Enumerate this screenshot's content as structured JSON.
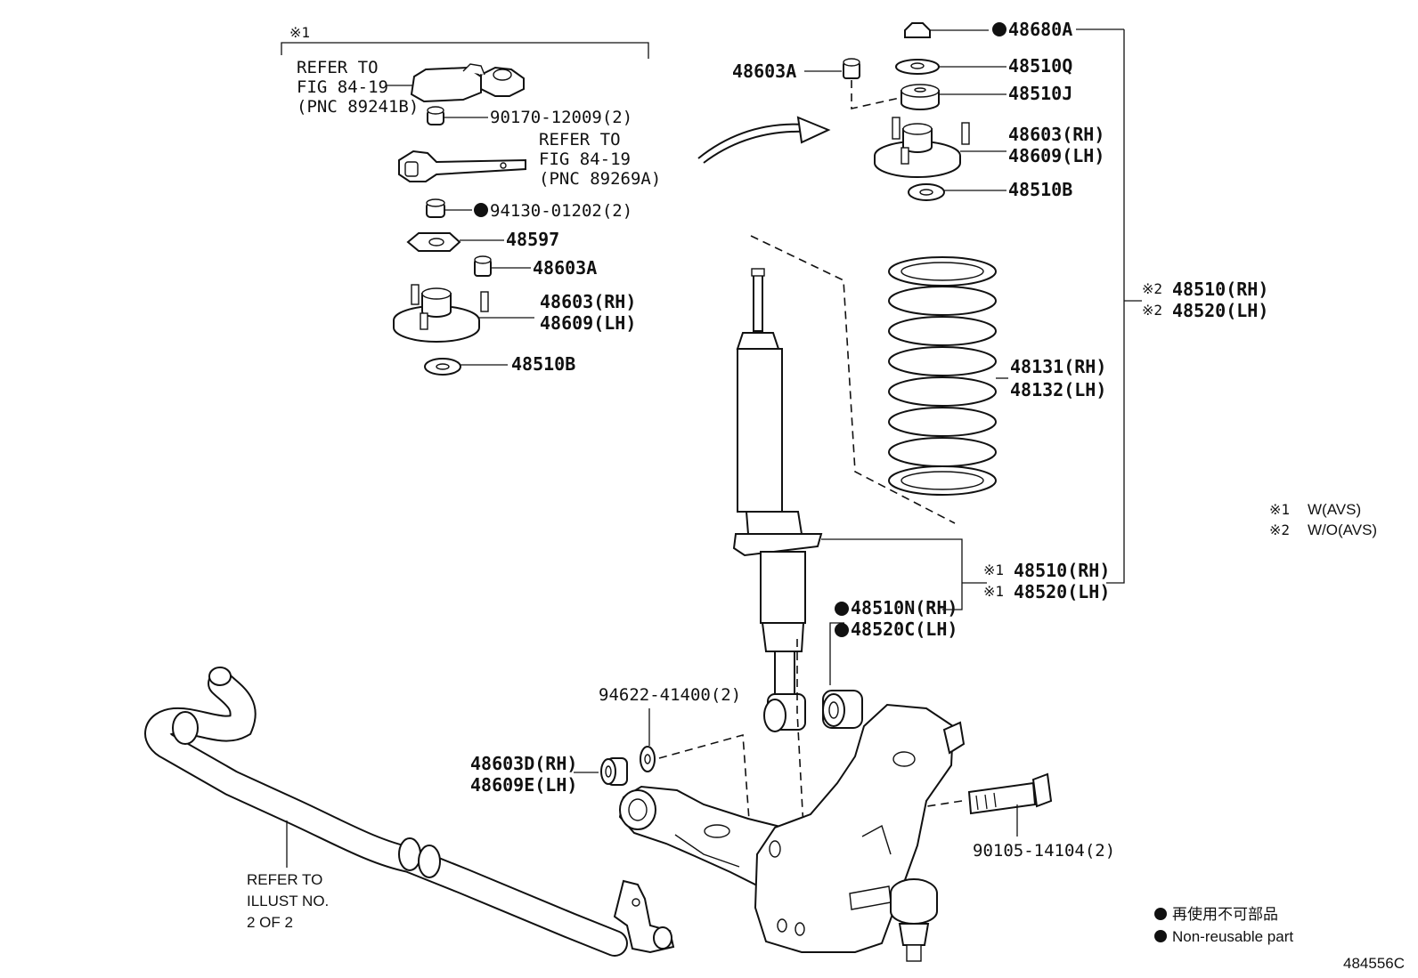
{
  "group_marker": "※1",
  "refer_1": [
    "REFER TO",
    "FIG 84-19",
    "(PNC 89241B)"
  ],
  "refer_2": [
    "REFER TO",
    "FIG 84-19",
    "(PNC 89269A)"
  ],
  "refer_3": [
    "REFER TO",
    "ILLUST NO.",
    "2 OF 2"
  ],
  "left_parts": {
    "p90170": "90170-12009(2)",
    "p94130": "94130-01202(2)",
    "p48597": "48597",
    "p48603a": "48603A",
    "p48603rh": "48603(RH)",
    "p48609lh": "48609(LH)",
    "p48510b": "48510B"
  },
  "right_parts": {
    "p48680a": "48680A",
    "p48603a": "48603A",
    "p48510q": "48510Q",
    "p48510j": "48510J",
    "p48603rh": "48603(RH)",
    "p48609lh": "48609(LH)",
    "p48510b": "48510B",
    "asm2_rh": "48510(RH)",
    "asm2_lh": "48520(LH)",
    "spring_rh": "48131(RH)",
    "spring_lh": "48132(LH)",
    "asm1_rh": "48510(RH)",
    "asm1_lh": "48520(LH)",
    "mark1": "※1",
    "mark2": "※2"
  },
  "lower_parts": {
    "p48510n": "48510N(RH)",
    "p48520c": "48520C(LH)",
    "p94622": "94622-41400(2)",
    "p48603d": "48603D(RH)",
    "p48609e": "48609E(LH)",
    "p90105": "90105-14104(2)"
  },
  "notes": {
    "n1_mark": "※1",
    "n1_text": "W(AVS)",
    "n2_mark": "※2",
    "n2_text": "W/O(AVS)"
  },
  "legend": {
    "jp": "再使用不可部品",
    "en": "Non-reusable part"
  },
  "figure_id": "484556C"
}
